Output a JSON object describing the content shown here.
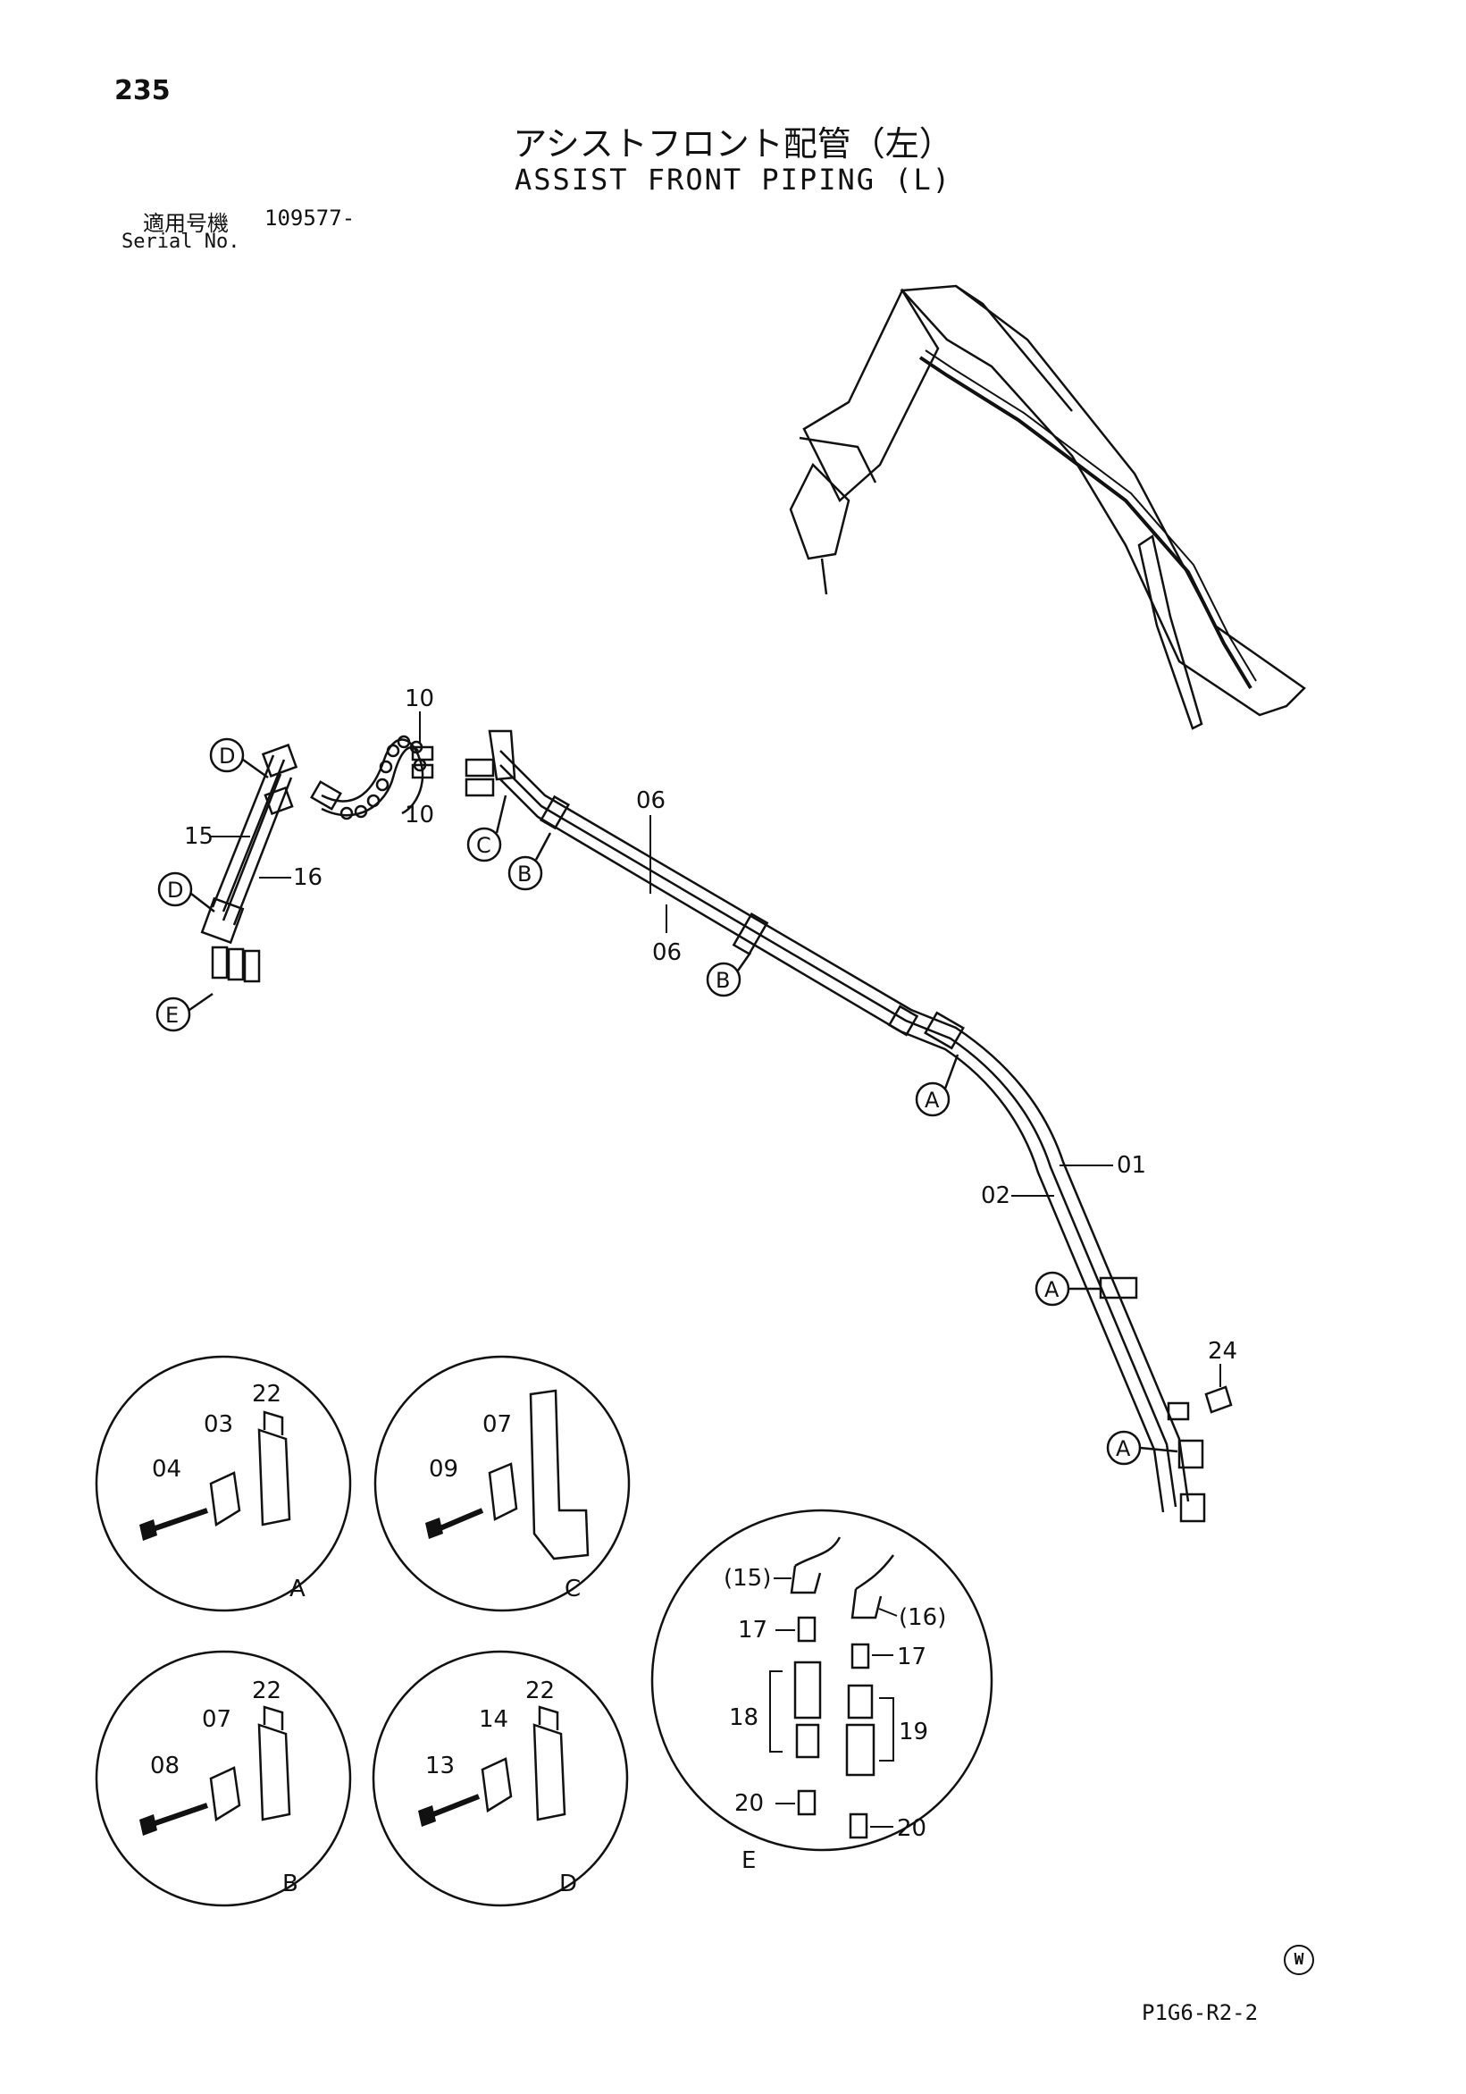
{
  "page_number": "235",
  "title_jp": "アシストフロント配管（左）",
  "title_en": "ASSIST FRONT PIPING (L)",
  "serial": {
    "label_jp": "適用号機",
    "value": "109577-",
    "label_en": "Serial No."
  },
  "drawing_code": "P1G6-R2-2",
  "w_mark": "W",
  "part_labels": {
    "p10_top": "10",
    "p10_bot": "10",
    "p15": "15",
    "p16": "16",
    "p06_top": "06",
    "p06_bot": "06",
    "p01": "01",
    "p02": "02",
    "p24": "24"
  },
  "callouts": {
    "D_top": "D",
    "D_bot": "D",
    "E": "E",
    "C": "C",
    "B_1": "B",
    "B_2": "B",
    "A_1": "A",
    "A_2": "A",
    "A_3": "A"
  },
  "details": {
    "A": {
      "name": "A",
      "labels": {
        "a": "22",
        "b": "03",
        "c": "04"
      }
    },
    "C": {
      "name": "C",
      "labels": {
        "a": "07",
        "b": "09"
      }
    },
    "B": {
      "name": "B",
      "labels": {
        "a": "22",
        "b": "07",
        "c": "08"
      }
    },
    "D": {
      "name": "D",
      "labels": {
        "a": "22",
        "b": "14",
        "c": "13"
      }
    },
    "E": {
      "name": "E",
      "labels": {
        "p15": "(15)",
        "p16": "(16)",
        "p17a": "17",
        "p17b": "17",
        "p18": "18",
        "p19": "19",
        "p20a": "20",
        "p20b": "20"
      }
    }
  }
}
